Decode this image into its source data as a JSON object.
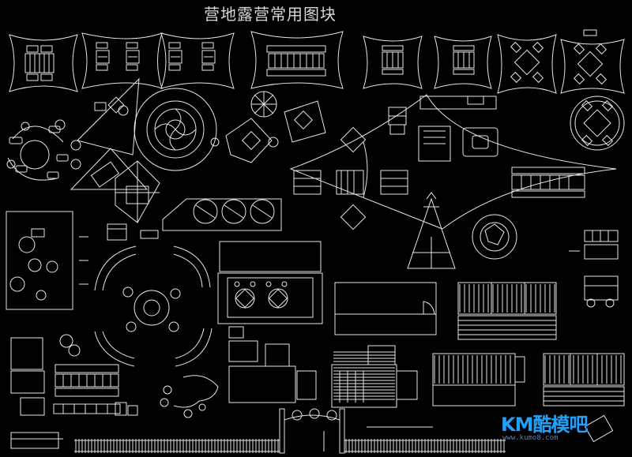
{
  "drawing": {
    "title": "营地露营常用图块",
    "background": "#000000",
    "line_color": "#e6e6e6",
    "accent_color": "#ffffff"
  },
  "watermark": {
    "logo_text": "KM酷模吧",
    "url_text": "www.kumo8.com",
    "color": "#1fa2ff"
  }
}
